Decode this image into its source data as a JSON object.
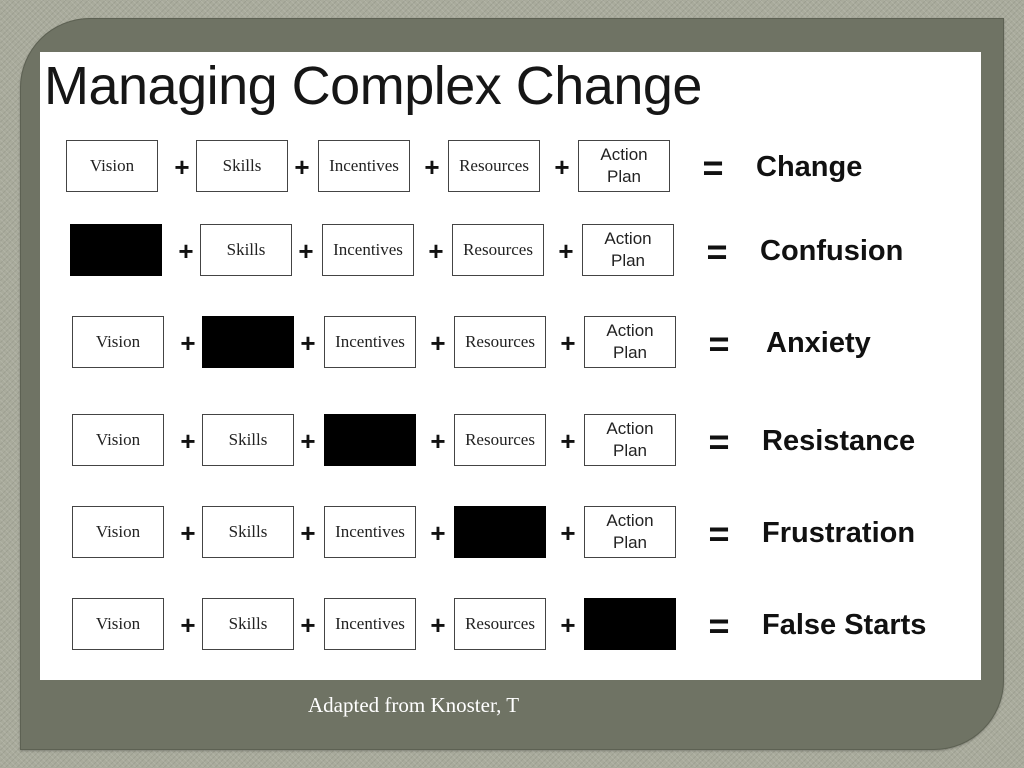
{
  "title": "Managing Complex Change",
  "caption": "Adapted from Knoster, T",
  "colors": {
    "frame": "#6f7364",
    "panel": "#ffffff",
    "blank_box": "#000000",
    "text": "#111111"
  },
  "operators": {
    "plus": "+",
    "equals": "="
  },
  "rows": [
    {
      "cells": [
        {
          "label": "Vision",
          "blank": false
        },
        {
          "label": "Skills",
          "blank": false
        },
        {
          "label": "Incentives",
          "blank": false
        },
        {
          "label": "Resources",
          "blank": false
        },
        {
          "lines": [
            "Action",
            "Plan"
          ],
          "blank": false
        }
      ],
      "result": "Change"
    },
    {
      "cells": [
        {
          "label": "",
          "blank": true
        },
        {
          "label": "Skills",
          "blank": false
        },
        {
          "label": "Incentives",
          "blank": false
        },
        {
          "label": "Resources",
          "blank": false
        },
        {
          "lines": [
            "Action",
            "Plan"
          ],
          "blank": false
        }
      ],
      "result": "Confusion"
    },
    {
      "cells": [
        {
          "label": "Vision",
          "blank": false
        },
        {
          "label": "",
          "blank": true
        },
        {
          "label": "Incentives",
          "blank": false
        },
        {
          "label": "Resources",
          "blank": false
        },
        {
          "lines": [
            "Action",
            "Plan"
          ],
          "blank": false
        }
      ],
      "result": "Anxiety"
    },
    {
      "cells": [
        {
          "label": "Vision",
          "blank": false
        },
        {
          "label": "Skills",
          "blank": false
        },
        {
          "label": "",
          "blank": true
        },
        {
          "label": "Resources",
          "blank": false
        },
        {
          "lines": [
            "Action",
            "Plan"
          ],
          "blank": false
        }
      ],
      "result": "Resistance"
    },
    {
      "cells": [
        {
          "label": "Vision",
          "blank": false
        },
        {
          "label": "Skills",
          "blank": false
        },
        {
          "label": "Incentives",
          "blank": false
        },
        {
          "label": "",
          "blank": true
        },
        {
          "lines": [
            "Action",
            "Plan"
          ],
          "blank": false
        }
      ],
      "result": "Frustration"
    },
    {
      "cells": [
        {
          "label": "Vision",
          "blank": false
        },
        {
          "label": "Skills",
          "blank": false
        },
        {
          "label": "Incentives",
          "blank": false
        },
        {
          "label": "Resources",
          "blank": false
        },
        {
          "label": "",
          "blank": true
        }
      ],
      "result": "False Starts"
    }
  ]
}
